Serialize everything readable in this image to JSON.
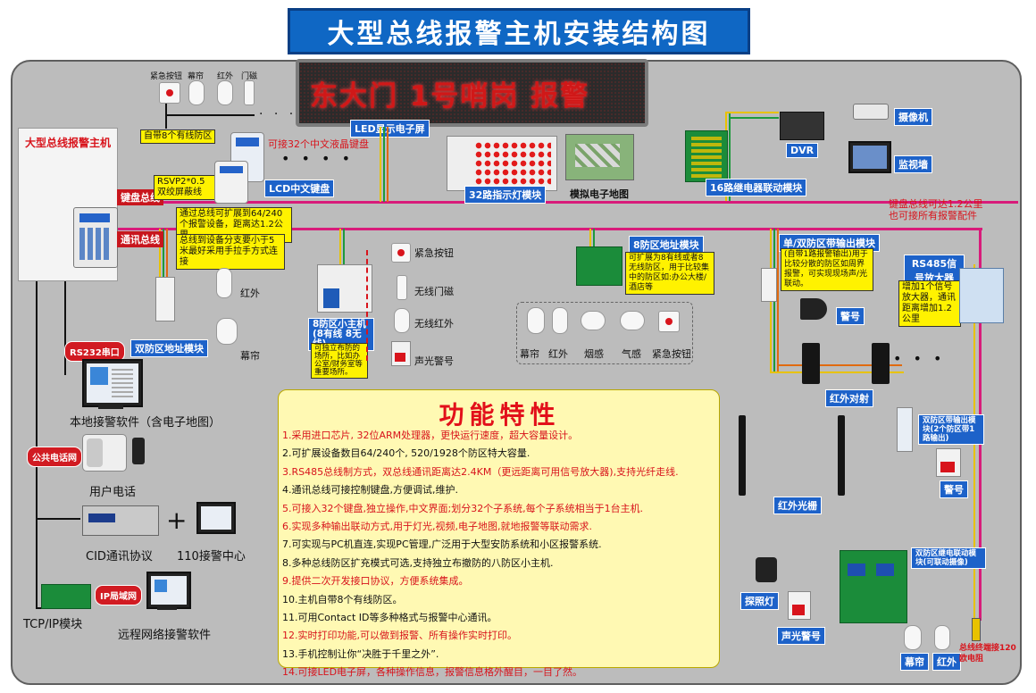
{
  "title": "大型总线报警主机安装结构图",
  "led_sign": {
    "text": "东大门 1号哨岗  报警",
    "label": "LED显示电子屏"
  },
  "panel": {
    "host_label": "大型总线报警主机"
  },
  "buses": {
    "keyboard_bus": "键盘总线",
    "comm_bus": "通讯总线",
    "keyboard_note_line1": "键盘总线可达1.2公里",
    "keyboard_note_line2": "也可接所有报警配件",
    "comm_note": "通过总线可扩展到64/240个报警设备，距离达1.2公里。",
    "rsvp_label": "RSVP2*0.5\n双绞屏蔽线",
    "branch_note": "总线到设备分支要小于5米最好采用手拉手方式连接"
  },
  "top_sensors": {
    "labels": [
      "紧急按钮",
      "幕帘",
      "红外",
      "门磁"
    ],
    "note": "自带8个有线防区",
    "dots": "· · ·"
  },
  "lcd_keyboard": {
    "note": "可接32个中文液晶键盘",
    "label": "LCD中文键盘",
    "dots": "• • • •"
  },
  "indicator": {
    "label": "32路指示灯模块",
    "map_label": "模拟电子地图"
  },
  "relay": {
    "label": "16路继电器联动模块",
    "dvr": "DVR",
    "camera": "摄像机",
    "monitor": "监视墙"
  },
  "dual_zone": {
    "label": "双防区地址模块",
    "infrared": "红外",
    "curtain": "幕帘"
  },
  "mini_host": {
    "label": "8防区小主机(8有线 8无线)",
    "note": "可独立布防的场所，比如办公室/财务室等重要场所。",
    "devices": [
      "紧急按钮",
      "无线门磁",
      "无线红外",
      "声光警号"
    ]
  },
  "zone8": {
    "label": "8防区地址模块",
    "note": "可扩展为8有线或者8无线防区，用于比较集中的防区如:办公大楼/酒店等",
    "devices": [
      "幕帘",
      "红外",
      "烟感",
      "气感",
      "紧急按钮"
    ]
  },
  "output_module": {
    "label": "单/双防区带输出模块",
    "note": "(自带1路报警输出)用于比较分散的防区如周界报警，可实现现场声/光联动。",
    "siren": "警号",
    "beam": "红外对射",
    "dots": "• • •"
  },
  "rs485": {
    "label": "RS485信号放大器",
    "note": "增加1个信号放大器，通讯距离增加1.2公里"
  },
  "fence": {
    "label": "红外光栅",
    "module": "双防区带输出模块(2个防区带1路输出)",
    "siren": "警号"
  },
  "linkage": {
    "module": "双防区继电联动模块(可联动摄像)",
    "spotlight": "探照灯",
    "strobe": "声光警号",
    "curtain": "幕帘",
    "infrared": "红外",
    "terminator": "总线终端接120欧电阻"
  },
  "left_side": {
    "rs232": "RS232串口",
    "local_software": "本地接警软件（含电子地图）",
    "pstn": "公共电话网",
    "user_phone": "用户电话",
    "cid": "CID通讯协议",
    "center110": "110接警中心",
    "plus": "+",
    "ip_lan": "IP局域网",
    "tcpip": "TCP/IP模块",
    "remote_software": "远程网络接警软件"
  },
  "features": {
    "title": "功能特性",
    "items": [
      {
        "text": "1.采用进口芯片, 32位ARM处理器，更快运行速度，超大容量设计。",
        "color": "r"
      },
      {
        "text": "2.可扩展设备数目64/240个, 520/1928个防区特大容量.",
        "color": "k"
      },
      {
        "text": "3.RS485总线制方式，双总线通讯距离达2.4KM（更远距离可用信号放大器),支持光纤走线.",
        "color": "r"
      },
      {
        "text": "4.通讯总线可接控制键盘,方便调试,维护.",
        "color": "k"
      },
      {
        "text": "5.可接入32个键盘,独立操作,中文界面;划分32个子系统,每个子系统相当于1台主机.",
        "color": "r"
      },
      {
        "text": "6.实现多种输出联动方式,用于灯光,视频,电子地图,就地报警等联动需求.",
        "color": "r"
      },
      {
        "text": "7.可实现与PC机直连,实现PC管理,广泛用于大型安防系统和小区报警系统.",
        "color": "k"
      },
      {
        "text": "8.多种总线防区扩充模式可选,支持独立布撤防的八防区小主机.",
        "color": "k"
      },
      {
        "text": "9.提供二次开发接口协议，方便系统集成。",
        "color": "r"
      },
      {
        "text": "10.主机自带8个有线防区。",
        "color": "k"
      },
      {
        "text": "11.可用Contact ID等多种格式与报警中心通讯。",
        "color": "k"
      },
      {
        "text": "12.实时打印功能,可以做到报警、所有操作实时打印。",
        "color": "r"
      },
      {
        "text": "13.手机控制让你“决胜于千里之外”.",
        "color": "k"
      },
      {
        "text": "14.可接LED电子屏，各种操作信息，报警信息格外醒目，一目了然。",
        "color": "r"
      }
    ]
  },
  "colors": {
    "title_bg": "#0f67c4",
    "panel_bg": "#bcbcbc",
    "bus_pink": "#d81b7a",
    "feature_bg": "#fff9b3",
    "alert_red": "#d8141c"
  }
}
